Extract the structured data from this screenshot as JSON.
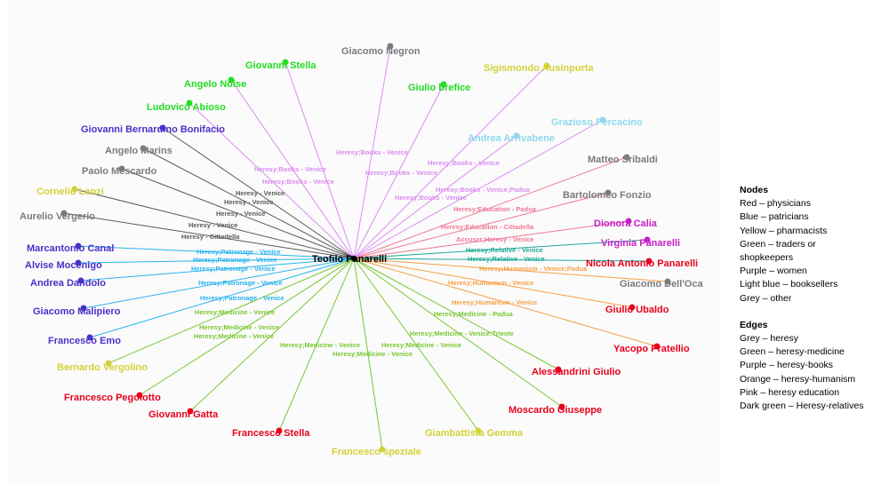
{
  "colors": {
    "physician": "#e8001c",
    "patrician": "#4b2fc8",
    "pharmacist": "#d2d23a",
    "trader": "#22dd22",
    "woman": "#c81ec8",
    "bookseller": "#8fd8ee",
    "other": "#7b7b7b",
    "edge_heresy": "#5a5a5a",
    "edge_medicine": "#78c832",
    "edge_books": "#dc8cf0",
    "edge_humanism": "#f5a046",
    "edge_education": "#f07896",
    "edge_relatives": "#1eaa96",
    "edge_patronage": "#28b4f0"
  },
  "center": {
    "label": "Teofilo Panarelli"
  },
  "nodes": [
    {
      "label": "Giacomo Negron",
      "category": "other"
    },
    {
      "label": "Giovanni Stella",
      "category": "trader"
    },
    {
      "label": "Sigismondo Ausinpurta",
      "category": "pharmacist"
    },
    {
      "label": "Angelo Noise",
      "category": "trader"
    },
    {
      "label": "Giulio brefice",
      "category": "trader"
    },
    {
      "label": "Ludovico Abioso",
      "category": "trader"
    },
    {
      "label": "Giovanni Bernardino Bonifacio",
      "category": "patrician"
    },
    {
      "label": "Grazioso Percacino",
      "category": "bookseller"
    },
    {
      "label": "Andrea Arrivabene",
      "category": "bookseller"
    },
    {
      "label": "Angelo Marins",
      "category": "other"
    },
    {
      "label": "Matteo Sribaldi",
      "category": "other"
    },
    {
      "label": "Paolo Mescardo",
      "category": "other"
    },
    {
      "label": "Cornelio Lanzi",
      "category": "pharmacist"
    },
    {
      "label": "Bartolomeo Fonzio",
      "category": "other"
    },
    {
      "label": "Aurelio Vergerio",
      "category": "other"
    },
    {
      "label": "Dionora Calia",
      "category": "woman"
    },
    {
      "label": "Virginia Panarelli",
      "category": "woman"
    },
    {
      "label": "Marcantonio Canal",
      "category": "patrician"
    },
    {
      "label": "Nicola Antonio Panarelli",
      "category": "physician"
    },
    {
      "label": "Alvise Mocenigo",
      "category": "patrician"
    },
    {
      "label": "Andrea Dandolo",
      "category": "patrician"
    },
    {
      "label": "Giacomo Dell'Oca",
      "category": "other"
    },
    {
      "label": "Giacomo Malipiero",
      "category": "patrician"
    },
    {
      "label": "Giulio Ubaldo",
      "category": "physician"
    },
    {
      "label": "Francesco Emo",
      "category": "patrician"
    },
    {
      "label": "Yacopo Pratellio",
      "category": "physician"
    },
    {
      "label": "Bernardo Vergolino",
      "category": "pharmacist"
    },
    {
      "label": "Alessandrini Giulio",
      "category": "physician"
    },
    {
      "label": "Francesco Pegolotto",
      "category": "physician"
    },
    {
      "label": "Moscardo Giuseppe",
      "category": "physician"
    },
    {
      "label": "Giovanni Gatta",
      "category": "physician"
    },
    {
      "label": "Francesco Stella",
      "category": "physician"
    },
    {
      "label": "Giambattista Gemma",
      "category": "pharmacist"
    },
    {
      "label": "Francesco speziale",
      "category": "pharmacist"
    }
  ],
  "edges": [
    {
      "target": "Giacomo Negron",
      "type": "books",
      "label": ""
    },
    {
      "target": "Giovanni Stella",
      "type": "books",
      "label": "Heresy;Books - Venice"
    },
    {
      "target": "Sigismondo Ausinpurta",
      "type": "books",
      "label": "Heresy;Books - Venice"
    },
    {
      "target": "Angelo Noise",
      "type": "books",
      "label": "Heresy;Books - Venice"
    },
    {
      "target": "Giulio brefice",
      "type": "books",
      "label": "Heresy;Books - Venice"
    },
    {
      "target": "Ludovico Abioso",
      "type": "books",
      "label": "Heresy;Books - Venice"
    },
    {
      "target": "Grazioso Percacino",
      "type": "books",
      "label": "Heresy;Books - Venice;Padua"
    },
    {
      "target": "Andrea Arrivabene",
      "type": "books",
      "label": "Heresy;Books - Venice"
    },
    {
      "target": "Giovanni Bernardino Bonifacio",
      "type": "heresy",
      "label": "Heresy - Venice"
    },
    {
      "target": "Angelo Marins",
      "type": "heresy",
      "label": "Heresy - Venice"
    },
    {
      "target": "Paolo Mescardo",
      "type": "heresy",
      "label": "Heresy - Venice"
    },
    {
      "target": "Cornelio Lanzi",
      "type": "heresy",
      "label": "Heresy - Venice"
    },
    {
      "target": "Aurelio Vergerio",
      "type": "heresy",
      "label": "Heresy - Cittadella"
    },
    {
      "target": "Matteo Sribaldi",
      "type": "education",
      "label": "Heresy;Education - Padua"
    },
    {
      "target": "Bartolomeo Fonzio",
      "type": "education",
      "label": "Heresy;Education - Cittadella"
    },
    {
      "target": "Dionora Calia",
      "type": "education",
      "label": "Accuser;Heresy - Venice"
    },
    {
      "target": "Virginia Panarelli",
      "type": "relatives",
      "label": "Heresy;Relative - Venice"
    },
    {
      "target": "Nicola Antonio Panarelli",
      "type": "relatives",
      "label": "Heresy;Relative - Venice"
    },
    {
      "target": "Giacomo Dell'Oca",
      "type": "humanism",
      "label": "Heresy;Humanism - Venice;Padua"
    },
    {
      "target": "Giulio Ubaldo",
      "type": "humanism",
      "label": "Heresy;Humanism - Venice"
    },
    {
      "target": "Yacopo Pratellio",
      "type": "humanism",
      "label": "Heresy;Humanism - Venice"
    },
    {
      "target": "Marcantonio Canal",
      "type": "patronage",
      "label": "Heresy;Patronage - Venice"
    },
    {
      "target": "Alvise Mocenigo",
      "type": "patronage",
      "label": "Heresy;Patronage - Venice"
    },
    {
      "target": "Andrea Dandolo",
      "type": "patronage",
      "label": "Heresy;Patronage - Venice"
    },
    {
      "target": "Giacomo Malipiero",
      "type": "patronage",
      "label": "Heresy;Patronage - Venice"
    },
    {
      "target": "Francesco Emo",
      "type": "patronage",
      "label": "Heresy;Patronage - Venice"
    },
    {
      "target": "Bernardo Vergolino",
      "type": "medicine",
      "label": "Heresy;Medicine - Venice"
    },
    {
      "target": "Francesco Pegolotto",
      "type": "medicine",
      "label": "Heresy;Medicine - Venice"
    },
    {
      "target": "Giovanni Gatta",
      "type": "medicine",
      "label": "Heresy;Medicine - Venice"
    },
    {
      "target": "Francesco Stella",
      "type": "medicine",
      "label": "Heresy;Medicine - Venice"
    },
    {
      "target": "Francesco speziale",
      "type": "medicine",
      "label": "Heresy;Medicine - Venice"
    },
    {
      "target": "Giambattista Gemma",
      "type": "medicine",
      "label": "Heresy;Medicine - Venice"
    },
    {
      "target": "Moscardo Giuseppe",
      "type": "medicine",
      "label": "Heresy;Medicine - Venice;Trieste"
    },
    {
      "target": "Alessandrini Giulio",
      "type": "medicine",
      "label": "Heresy;Medicine - Padua"
    }
  ],
  "legend": {
    "nodes_heading": "Nodes",
    "nodes_items": [
      "Red – physicians",
      "Blue – patricians",
      "Yellow – pharmacists",
      "Green – traders or",
      "shopkeepers",
      "Purple – women",
      "Light blue – booksellers",
      "Grey – other"
    ],
    "edges_heading": "Edges",
    "edges_items": [
      "Grey – heresy",
      "Green – heresy-medicine",
      "Purple – heresy-books",
      "Orange – heresy-humanism",
      "Pink – heresy education",
      "Dark green – Heresy-relatives"
    ]
  }
}
